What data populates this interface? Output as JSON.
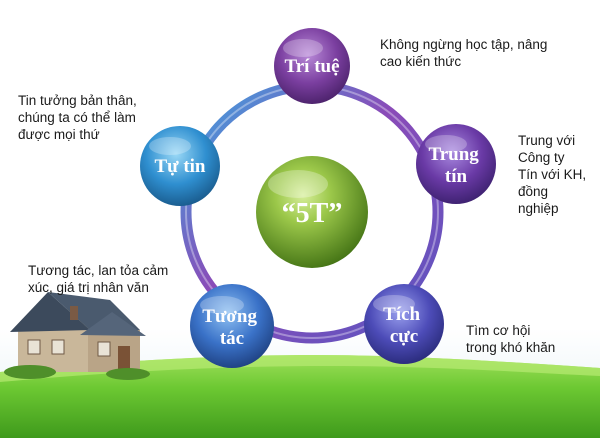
{
  "center": {
    "label": "“5T”",
    "color": "#7fae2a"
  },
  "nodes": [
    {
      "id": "tri-tue",
      "lines": [
        "Trí tuệ"
      ],
      "color": "#7b3fa0",
      "description": "Không ngừng học tập, nâng\ncao kiến thức"
    },
    {
      "id": "trung-tin",
      "lines": [
        "Trung",
        "tín"
      ],
      "color": "#6a3aa6",
      "description": "Trung với\nCông ty\nTín với KH,\nđồng\nnghiệp"
    },
    {
      "id": "tich-cuc",
      "lines": [
        "Tích",
        "cực"
      ],
      "color": "#5a4ab8",
      "description": "Tìm cơ hội\ntrong khó khăn"
    },
    {
      "id": "tuong-tac",
      "lines": [
        "Tương",
        "tác"
      ],
      "color": "#3d6ec8",
      "description": "Tương tác, lan tỏa cảm\nxúc, giá trị nhân văn"
    },
    {
      "id": "tu-tin",
      "lines": [
        "Tự tin"
      ],
      "color": "#2f8fd0",
      "description": "Tin tưởng bản thân,\nchúng ta có thể làm\nđược mọi thứ"
    }
  ],
  "ring_colors": [
    "#8a3fa8",
    "#5a4fb8",
    "#2f9fd8"
  ],
  "grass_color": "#6fcf3a",
  "sky_color": "#eef6fb"
}
